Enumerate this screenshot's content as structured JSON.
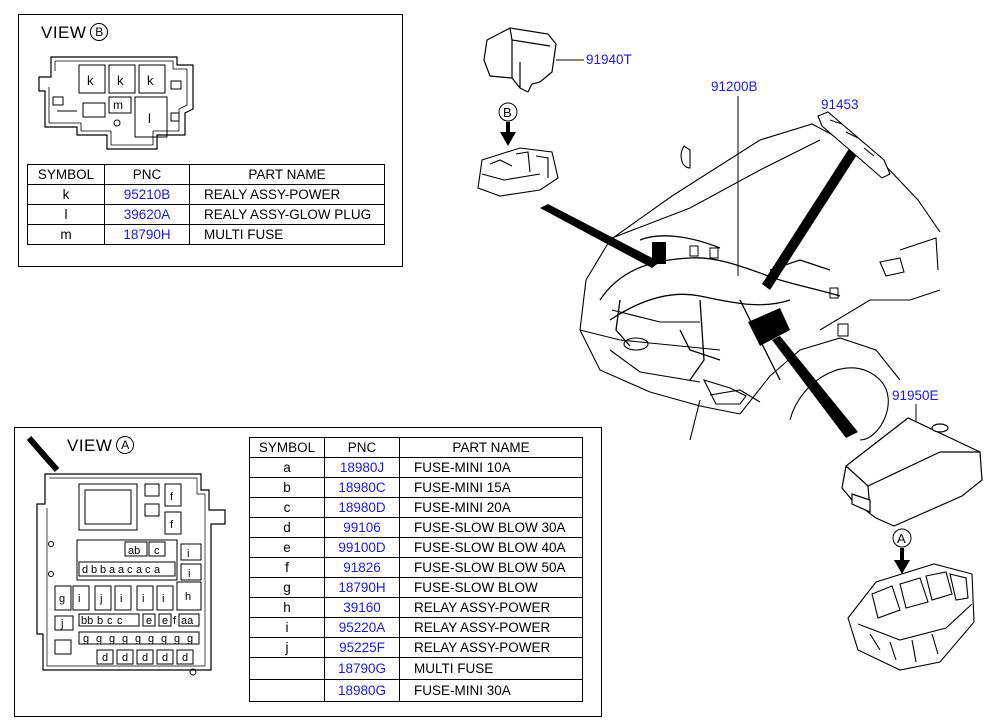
{
  "view_b": {
    "title": "VIEW",
    "letter": "B",
    "diagram_labels": [
      "k",
      "k",
      "k",
      "m",
      "l"
    ],
    "table": {
      "headers": [
        "SYMBOL",
        "PNC",
        "PART NAME"
      ],
      "rows": [
        {
          "symbol": "k",
          "pnc": "95210B",
          "name": "REALY ASSY-POWER"
        },
        {
          "symbol": "l",
          "pnc": "39620A",
          "name": "REALY ASSY-GLOW PLUG"
        },
        {
          "symbol": "m",
          "pnc": "18790H",
          "name": "MULTI FUSE"
        }
      ]
    }
  },
  "view_a": {
    "title": "VIEW",
    "letter": "A",
    "diagram_labels": [
      "f",
      "f",
      "ab",
      "c",
      "i",
      "d",
      "b",
      "b",
      "a",
      "a",
      "c",
      "a",
      "c",
      "a",
      "i",
      "g",
      "i",
      "j",
      "i",
      "i",
      "i",
      "h",
      "bb",
      "b",
      "c",
      "c",
      "j",
      "e",
      "e",
      "f",
      "aa",
      "g",
      "g",
      "g",
      "g",
      "g",
      "g",
      "g",
      "g",
      "g",
      "d",
      "d",
      "d",
      "d",
      "d"
    ],
    "table": {
      "headers": [
        "SYMBOL",
        "PNC",
        "PART NAME"
      ],
      "rows": [
        {
          "symbol": "a",
          "pnc": "18980J",
          "name": "FUSE-MINI 10A"
        },
        {
          "symbol": "b",
          "pnc": "18980C",
          "name": "FUSE-MINI 15A"
        },
        {
          "symbol": "c",
          "pnc": "18980D",
          "name": "FUSE-MINI 20A"
        },
        {
          "symbol": "d",
          "pnc": "99106",
          "name": "FUSE-SLOW BLOW 30A"
        },
        {
          "symbol": "e",
          "pnc": "99100D",
          "name": "FUSE-SLOW BLOW 40A"
        },
        {
          "symbol": "f",
          "pnc": "91826",
          "name": "FUSE-SLOW BLOW 50A"
        },
        {
          "symbol": "g",
          "pnc": "18790H",
          "name": "FUSE-SLOW BLOW"
        },
        {
          "symbol": "h",
          "pnc": "39160",
          "name": "RELAY ASSY-POWER"
        },
        {
          "symbol": "i",
          "pnc": "95220A",
          "name": "RELAY ASSY-POWER"
        },
        {
          "symbol": "j",
          "pnc": "95225F",
          "name": "RELAY ASSY-POWER"
        },
        {
          "symbol": "",
          "pnc": "18790G",
          "name": "MULTI FUSE"
        },
        {
          "symbol": "",
          "pnc": "18980G",
          "name": "FUSE-MINI 30A"
        }
      ]
    }
  },
  "callouts": {
    "c1": "91940T",
    "c2": "91200B",
    "c3": "91453",
    "c4": "91950E"
  },
  "view_markers": {
    "b": "B",
    "a": "A"
  },
  "colors": {
    "part_number": "#1a1adc",
    "line": "#000000"
  }
}
